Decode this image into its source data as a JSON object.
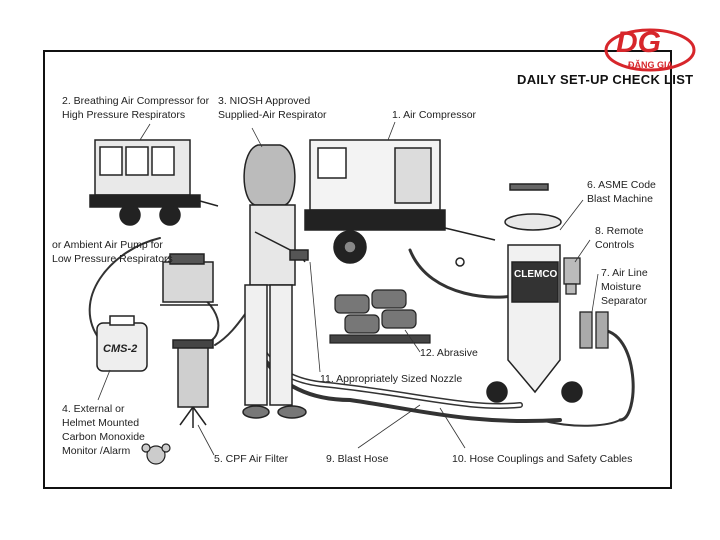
{
  "header": {
    "title": "DAILY SET-UP CHECK LIST"
  },
  "logo": {
    "mark": "DG",
    "name": "ĐẶNG GIA",
    "color": "#d7262b"
  },
  "labels": {
    "air_compressor": "1. Air Compressor",
    "breathing_compressor": "2. Breathing Air Compressor for\nHigh Pressure Respirators",
    "ambient_pump": "or Ambient Air Pump for\nLow Pressure Respirators",
    "niosh_respirator": "3. NIOSH Approved\nSupplied-Air Respirator",
    "co_monitor": "4. External or\nHelmet Mounted\nCarbon Monoxide\nMonitor /Alarm",
    "cpf_filter": "5. CPF Air Filter",
    "blast_machine": "6. ASME Code\nBlast Machine",
    "moisture_separator": "7. Air Line\nMoisture\nSeparator",
    "remote_controls": "8. Remote\nControls",
    "blast_hose": "9. Blast Hose",
    "hose_couplings": "10. Hose Couplings and Safety Cables",
    "nozzle": "11. Appropriately Sized Nozzle",
    "abrasive": "12. Abrasive"
  },
  "equipment_text": {
    "cms_unit": "CMS-2",
    "machine_brand": "CLEMCO"
  }
}
